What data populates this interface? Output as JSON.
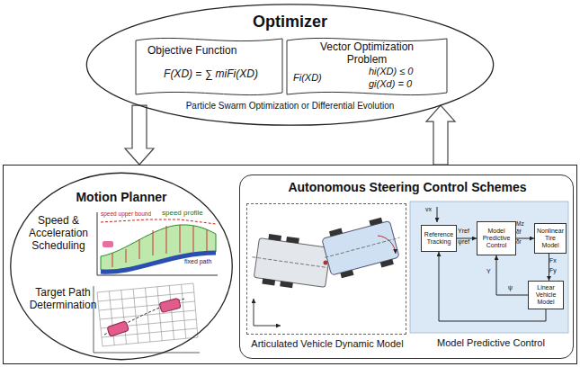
{
  "diagram": {
    "nodes": [
      {
        "text": [
          "Optimizer",
          "Particle Swarm Optimization or Differential Evolution"
        ]
      },
      {
        "text": [
          "Objective Function",
          "F(XD) = ∑ miFi(XD)"
        ],
        "in": 0
      },
      {
        "text": [
          "Vector Optimization Problem",
          "Fi(XD)",
          "hi(XD) ≤ 0",
          "gi(Xd) = 0"
        ],
        "in": 0
      },
      {
        "text": []
      },
      {
        "text": [
          "Motion Planner",
          "Speed & Acceleration Scheduling",
          "Target Path Determination"
        ],
        "in": 3
      },
      {
        "text": [
          "Autonomous Steering Control Schemes"
        ],
        "in": 3
      },
      {
        "text": [
          "Articulated Vehicle Dynamic Model"
        ],
        "in": 5
      },
      {
        "text": [
          "Model Predictive Control"
        ],
        "in": 5
      },
      {
        "text": [
          "Reference Tracking"
        ],
        "in": 7
      },
      {
        "text": [
          "Model Predictive Control"
        ],
        "in": 7
      },
      {
        "text": [
          "Nonlinear Tire Model"
        ],
        "in": 7
      },
      {
        "text": [
          "Linear Vehicle Model"
        ],
        "in": 7
      }
    ],
    "edges": [
      {
        "from": 0,
        "to": 3,
        "arrow": "to"
      },
      {
        "from": 3,
        "to": 0,
        "arrow": "to"
      },
      {
        "from": 8,
        "to": 9,
        "arrow": "to"
      },
      {
        "from": 9,
        "to": 10,
        "arrow": "to"
      },
      {
        "from": 10,
        "to": 11,
        "arrow": "to"
      },
      {
        "from": 11,
        "to": 9,
        "arrow": "to"
      },
      {
        "from": 11,
        "to": 8,
        "arrow": "to"
      }
    ],
    "labels": [
      "speed upper bound",
      "speed profile",
      "fixed path",
      "vx",
      "Yref",
      "ψref",
      "δf",
      "δr",
      "Mz",
      "Fx",
      "Fy",
      "Y",
      "ψ"
    ]
  }
}
